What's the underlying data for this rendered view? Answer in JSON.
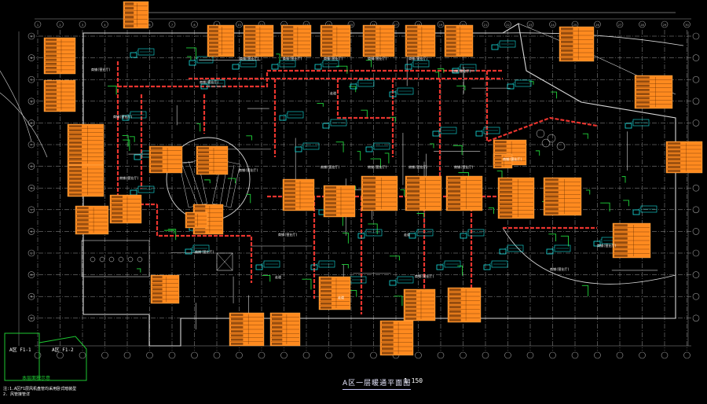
{
  "drawing": {
    "title": "A区一层暖通平面图",
    "scale": "1:150",
    "colors": {
      "background": "#000000",
      "grid": "#9a9a9a",
      "walls": "#d8d8d8",
      "tag_fill": "#ff8a1f",
      "duct_red": "#e8342e",
      "equipment_cyan": "#17e0e0",
      "pipe_green": "#21d43b",
      "legend_green": "#1ec832",
      "room_text": "#ffffff"
    }
  },
  "legend": {
    "left_label": "A区 F1-1",
    "right_label": "A区 F1-2",
    "caption": "本层面积示意",
    "note_line1": "注:1.A区F1层风机盘管均采用卧式暗装型",
    "note_line2": "2.     风管接管详"
  },
  "rooms": [
    "商铺(营业厅)",
    "商铺(营业厅)",
    "商铺(营业厅)",
    "商铺(营业厅)",
    "商铺(营业厅)",
    "商铺(营业厅)",
    "商铺(营业厅)",
    "商铺(营业厅)",
    "商铺(营业厅)",
    "商铺(营业厅)",
    "走道",
    "商铺(营业厅)",
    "商铺(营业厅)",
    "商铺(营业厅)",
    "商铺(营业厅)",
    "商铺(营业厅)",
    "商铺(营业厅)",
    "商铺(营业厅)",
    "走道",
    "商铺(营业厅)",
    "商铺(营业厅)",
    "走道",
    "走道",
    "商铺(营业厅)",
    "商铺(营业厅)"
  ],
  "grid_labels": {
    "columns": [
      "1",
      "2",
      "3",
      "4",
      "5",
      "6",
      "7",
      "8",
      "9",
      "10",
      "11",
      "12",
      "13",
      "14",
      "15",
      "16",
      "17",
      "18",
      "19",
      "20",
      "21",
      "22",
      "23",
      "24",
      "25",
      "26",
      "27",
      "28",
      "29",
      "30"
    ],
    "rows": [
      "A",
      "B",
      "C",
      "D",
      "E",
      "F",
      "G",
      "H",
      "J",
      "K",
      "L",
      "M",
      "N",
      "P"
    ]
  }
}
